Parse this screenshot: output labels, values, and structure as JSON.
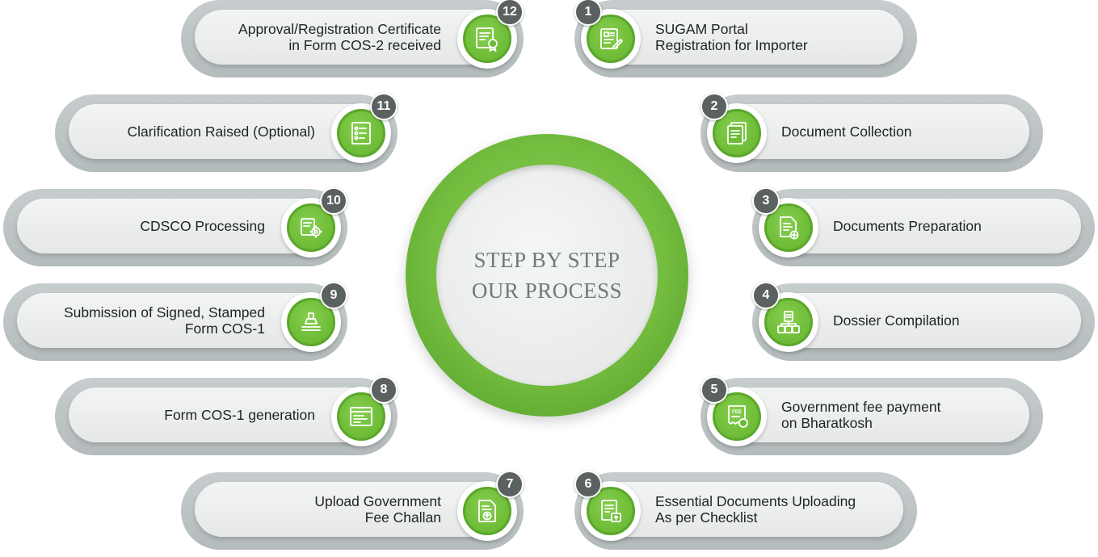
{
  "center": {
    "line1": "STEP BY STEP",
    "line2": "OUR PROCESS"
  },
  "colors": {
    "accent_green": "#6dbb36",
    "badge_gray": "#5b6061",
    "pill_gray": "#c7cdce",
    "center_text": "#707a7c"
  },
  "steps": [
    {
      "number": "1",
      "lines": [
        "SUGAM Portal",
        "Registration for Importer"
      ],
      "icon": "form-edit-icon"
    },
    {
      "number": "2",
      "lines": [
        "Document Collection"
      ],
      "icon": "document-stack-icon"
    },
    {
      "number": "3",
      "lines": [
        "Documents Preparation"
      ],
      "icon": "document-add-icon"
    },
    {
      "number": "4",
      "lines": [
        "Dossier Compilation"
      ],
      "icon": "files-organize-icon"
    },
    {
      "number": "5",
      "lines": [
        "Government fee payment",
        "on Bharatkosh"
      ],
      "icon": "fee-receipt-icon",
      "icon_text": "FEE"
    },
    {
      "number": "6",
      "lines": [
        "Essential Documents Uploading",
        "As per Checklist"
      ],
      "icon": "document-upload-icon"
    },
    {
      "number": "7",
      "lines": [
        "Upload Government",
        "Fee Challan"
      ],
      "icon": "challan-upload-icon"
    },
    {
      "number": "8",
      "lines": [
        "Form COS-1 generation"
      ],
      "icon": "form-window-icon"
    },
    {
      "number": "9",
      "lines": [
        "Submission of Signed, Stamped",
        "Form COS-1"
      ],
      "icon": "stamp-icon"
    },
    {
      "number": "10",
      "lines": [
        "CDSCO Processing"
      ],
      "icon": "processing-gear-icon"
    },
    {
      "number": "11",
      "lines": [
        "Clarification Raised (Optional)"
      ],
      "icon": "checklist-query-icon"
    },
    {
      "number": "12",
      "lines": [
        "Approval/Registration Certificate",
        "in Form COS-2 received"
      ],
      "icon": "certificate-icon"
    }
  ]
}
